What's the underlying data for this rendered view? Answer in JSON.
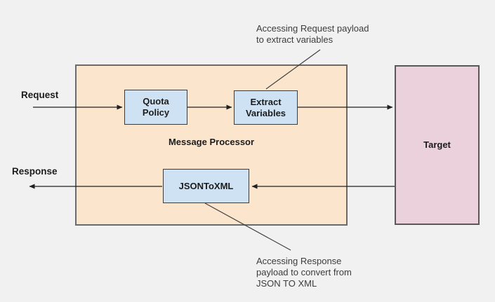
{
  "diagram": {
    "processor": {
      "title": "Message Processor",
      "fill": "#fce5cd",
      "border": "#6b6b6b"
    },
    "nodes": {
      "quota": {
        "label": "Quota\nPolicy",
        "fill": "#cfe2f3"
      },
      "extract": {
        "label": "Extract\nVariables",
        "fill": "#cfe2f3"
      },
      "jsontoxml": {
        "label": "JSONToXML",
        "fill": "#cfe2f3"
      },
      "target": {
        "label": "Target",
        "fill": "#ead1dc"
      }
    },
    "flow_labels": {
      "request": "Request",
      "response": "Response"
    },
    "annotations": {
      "top": "Accessing Request payload\nto extract variables",
      "bottom": "Accessing Response\npayload to convert from\nJSON TO XML"
    },
    "colors": {
      "background": "#f1f1f2",
      "arrow": "#212121",
      "annotation_line": "#404040",
      "annotation_text": "#3c3c3c"
    }
  }
}
